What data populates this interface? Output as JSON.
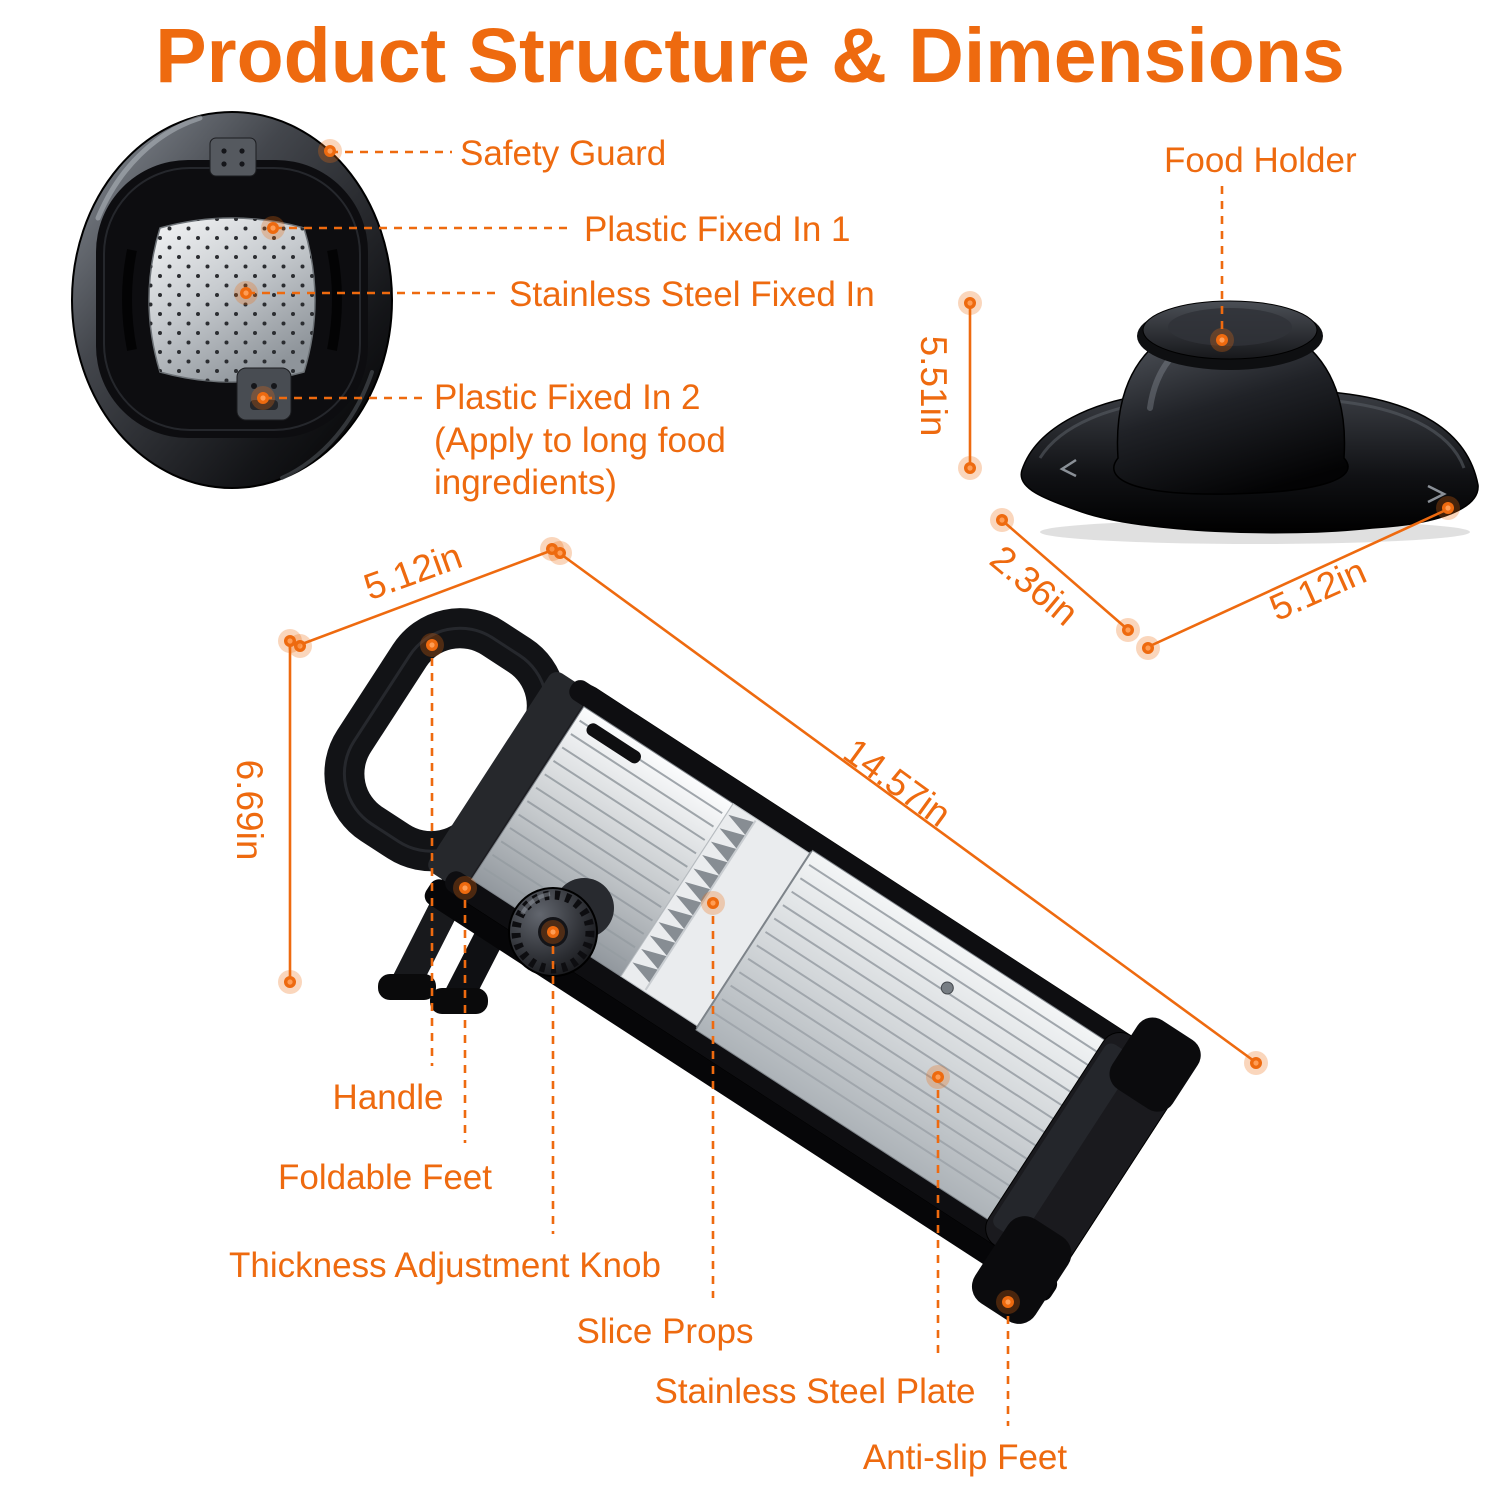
{
  "title": "Product Structure & Dimensions",
  "colors": {
    "accent": "#EE6A0F"
  },
  "annotations": {
    "safety_guard": "Safety Guard",
    "plastic_fixed_1": "Plastic Fixed In 1",
    "stainless_steel_fixed": "Stainless Steel Fixed In",
    "plastic_fixed_2": "Plastic Fixed In 2\n(Apply to long food\ningredients)",
    "food_holder": "Food Holder",
    "handle": "Handle",
    "foldable_feet": "Foldable Feet",
    "thickness_adjustment_knob": "Thickness Adjustment Knob",
    "slice_props": "Slice Props",
    "stainless_steel_plate": "Stainless Steel Plate",
    "anti_slip_feet": "Anti-slip Feet"
  },
  "dimensions": {
    "food_holder_height": "5.51in",
    "food_holder_depth": "2.36in",
    "food_holder_length": "5.12in",
    "slicer_width": "5.12in",
    "slicer_height": "6.69in",
    "slicer_length": "14.57in"
  }
}
